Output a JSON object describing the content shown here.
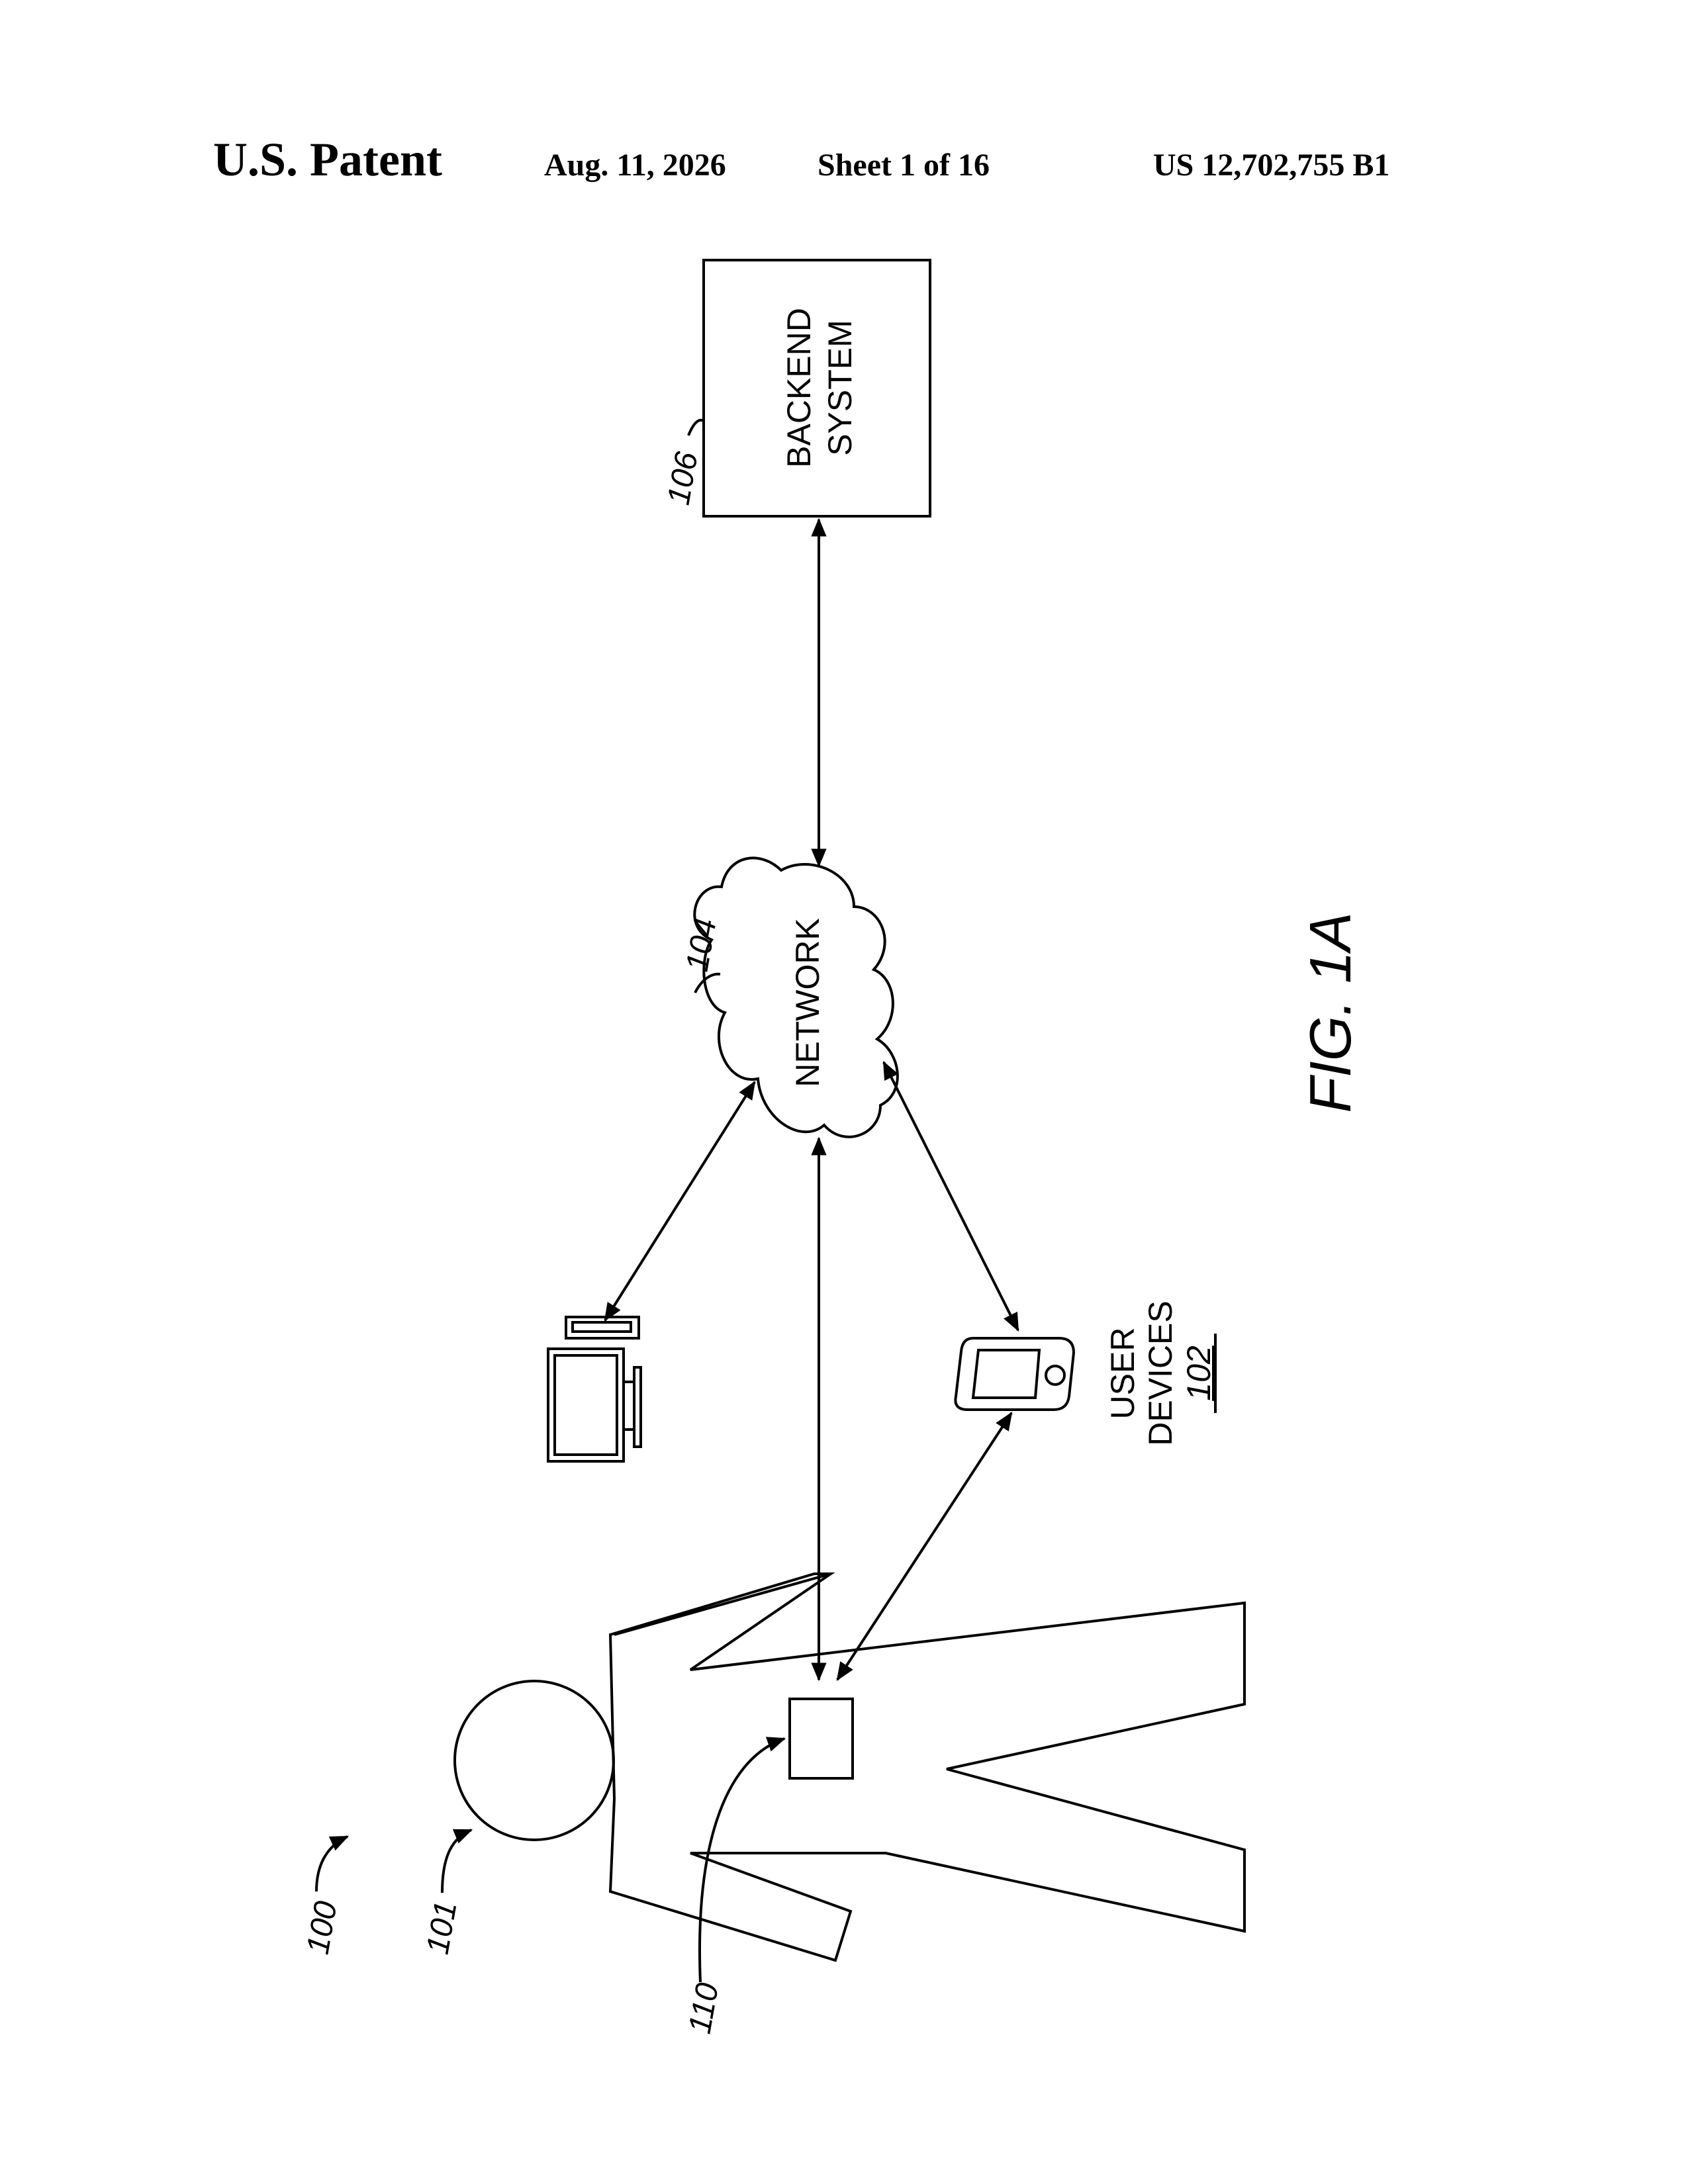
{
  "header": {
    "title": "U.S. Patent",
    "date": "Aug. 11, 2026",
    "sheet": "Sheet 1 of 16",
    "patent_number": "US 12,702,755 B1"
  },
  "diagram": {
    "backend_label_line1": "BACKEND",
    "backend_label_line2": "SYSTEM",
    "backend_ref": "106",
    "network_label": "NETWORK",
    "network_ref": "104",
    "user_devices_line1": "USER",
    "user_devices_line2": "DEVICES",
    "user_devices_ref": "102",
    "system_ref": "100",
    "person_ref": "101",
    "wearable_ref": "110",
    "figure_label": "FIG. 1A",
    "icons": [
      "desktop-computer-icon",
      "mobile-phone-icon",
      "person-icon",
      "cloud-icon"
    ]
  }
}
